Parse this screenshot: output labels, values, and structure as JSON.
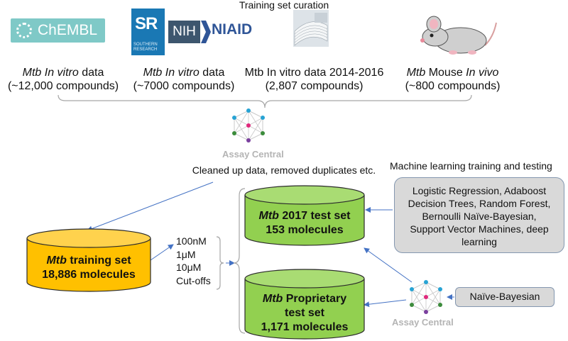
{
  "title": "Training set curation",
  "sources": [
    {
      "line1_italic": "Mtb In vitro",
      "line1_rest": " data",
      "line2": "(~12,000 compounds)"
    },
    {
      "line1_italic": "Mtb In vitro",
      "line1_rest": " data",
      "line2": "(~7000 compounds)"
    },
    {
      "line1_italic": "",
      "line1_rest": "Mtb In vitro data 2014-2016",
      "line2": "(2,807 compounds)"
    },
    {
      "line1_italic": "Mtb",
      "line1_rest": " Mouse ",
      "line1_italic2": "In vivo",
      "line2": "(~800 compounds)"
    }
  ],
  "logos": {
    "chembl": "ChEMBL",
    "sr": "SR",
    "sr_sub1": "SOUTHERN",
    "sr_sub2": "RESEARCH",
    "nih": "NIH",
    "niaid": "NIAID"
  },
  "assay_central_label": "Assay Central",
  "cleaned_text": "Cleaned up data, removed duplicates etc.",
  "ml_heading": "Machine learning training and testing",
  "ml_methods": [
    "Logistic Regression, Adaboost",
    "Decision Trees, Random Forest,",
    "Bernoulli Naïve-Bayesian,",
    "Support Vector Machines, deep",
    "learning"
  ],
  "training_set": {
    "italic": "Mtb",
    "rest": " training set",
    "count": "18,886 molecules"
  },
  "cutoffs": [
    "100nM",
    "1μM",
    "10μM",
    "Cut-offs"
  ],
  "test_set_2017": {
    "italic": "Mtb",
    "rest": " 2017 test set",
    "count": "153 molecules"
  },
  "proprietary_set": {
    "italic": "Mtb",
    "rest": " Proprietary",
    "line2": "test set",
    "count": "1,171 molecules"
  },
  "naive_bayesian": "Naïve-Bayesian",
  "colors": {
    "cylinder_green": "#92d050",
    "cylinder_orange": "#ffc000",
    "arrow_blue": "#4472c4",
    "bracket_gray": "#a6a6a6",
    "chembl_teal": "#7fc9c7",
    "sr_blue": "#1a78b4"
  }
}
